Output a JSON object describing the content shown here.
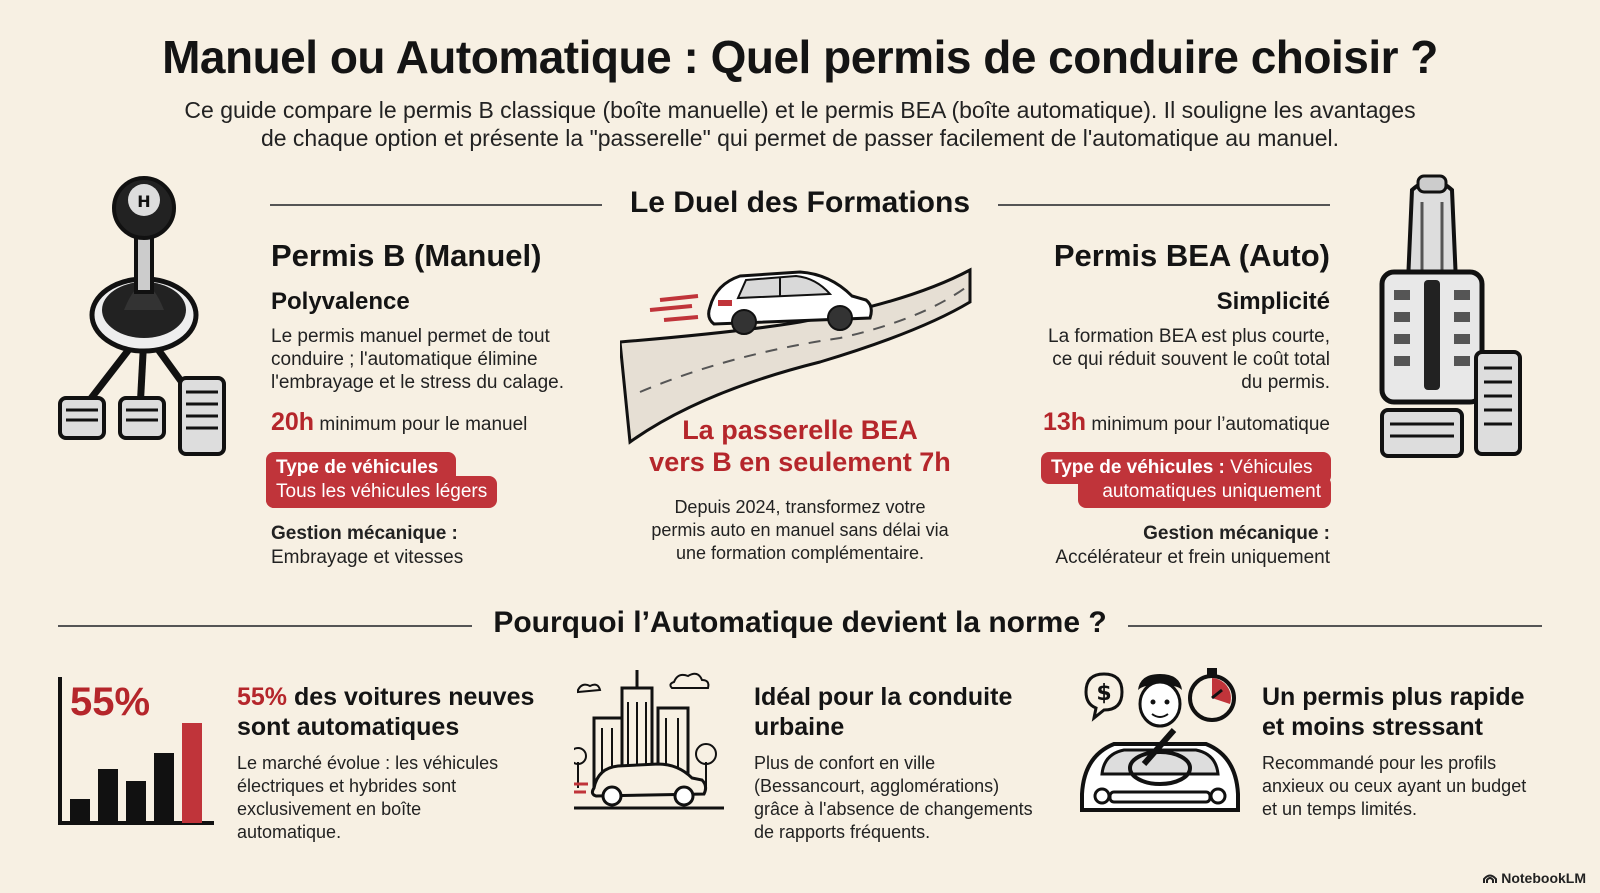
{
  "header": {
    "title": "Manuel ou Automatique : Quel permis de conduire choisir ?",
    "intro_line1": "Ce guide compare le permis B classique (boîte manuelle) et le permis BEA (boîte automatique). Il souligne les avantages",
    "intro_line2": "de chaque option et présente la \"passerelle\" qui permet de passer facilement de l'automatique au manuel."
  },
  "duel": {
    "section_title": "Le Duel des Formations",
    "manual": {
      "title": "Permis B (Manuel)",
      "subtitle": "Polyvalence",
      "line1": "Le permis manuel permet de tout",
      "line2": "conduire ; l'automatique élimine",
      "line3": "l'embrayage et le stress du calage.",
      "hours": "20h",
      "hours_text": "minimum pour le manuel",
      "vehicle_label": "Type de véhicules :",
      "vehicle_value": "Tous les véhicules légers",
      "mech_label": "Gestion mécanique :",
      "mech_value": "Embrayage et vitesses"
    },
    "bridge": {
      "title_line1": "La passerelle BEA",
      "title_line2": "vers B en seulement 7h",
      "line1": "Depuis 2024, transformez votre",
      "line2": "permis auto en manuel sans délai via",
      "line3": "une formation complémentaire."
    },
    "auto": {
      "title": "Permis BEA (Auto)",
      "subtitle": "Simplicité",
      "line1": "La formation BEA est plus courte,",
      "line2": "ce qui réduit souvent le coût total",
      "line3": "du permis.",
      "hours": "13h",
      "hours_text": "minimum pour l’automatique",
      "vehicle_label": "Type de véhicules :",
      "vehicle_value_1": "Véhicules",
      "vehicle_value_2": "automatiques uniquement",
      "mech_label": "Gestion mécanique :",
      "mech_value": "Accélérateur et frein uniquement"
    }
  },
  "why": {
    "section_title": "Pourquoi l’Automatique devient la norme ?",
    "stat": {
      "chart_label": "55%",
      "head_red": "55%",
      "head_1": "des voitures neuves",
      "head_2": "sont automatiques",
      "line1": "Le marché évolue : les véhicules",
      "line2": "électriques et hybrides sont",
      "line3": "exclusivement en boîte",
      "line4": "automatique."
    },
    "urban": {
      "head_1": "Idéal pour la conduite",
      "head_2": "urbaine",
      "line1": "Plus de confort en ville",
      "line2": "(Bessancourt, agglomérations)",
      "line3": "grâce à l'absence de changements",
      "line4": "de rapports fréquents."
    },
    "fast": {
      "head_1": "Un permis plus rapide",
      "head_2": "et moins stressant",
      "line1": "Recommandé pour les profils",
      "line2": "anxieux ou ceux ayant un budget",
      "line3": "et un temps limités."
    }
  },
  "footer": {
    "brand": "NotebookLM"
  },
  "colors": {
    "accent_red": "#c0343a",
    "background": "#f7f0e3",
    "ink": "#141414"
  }
}
